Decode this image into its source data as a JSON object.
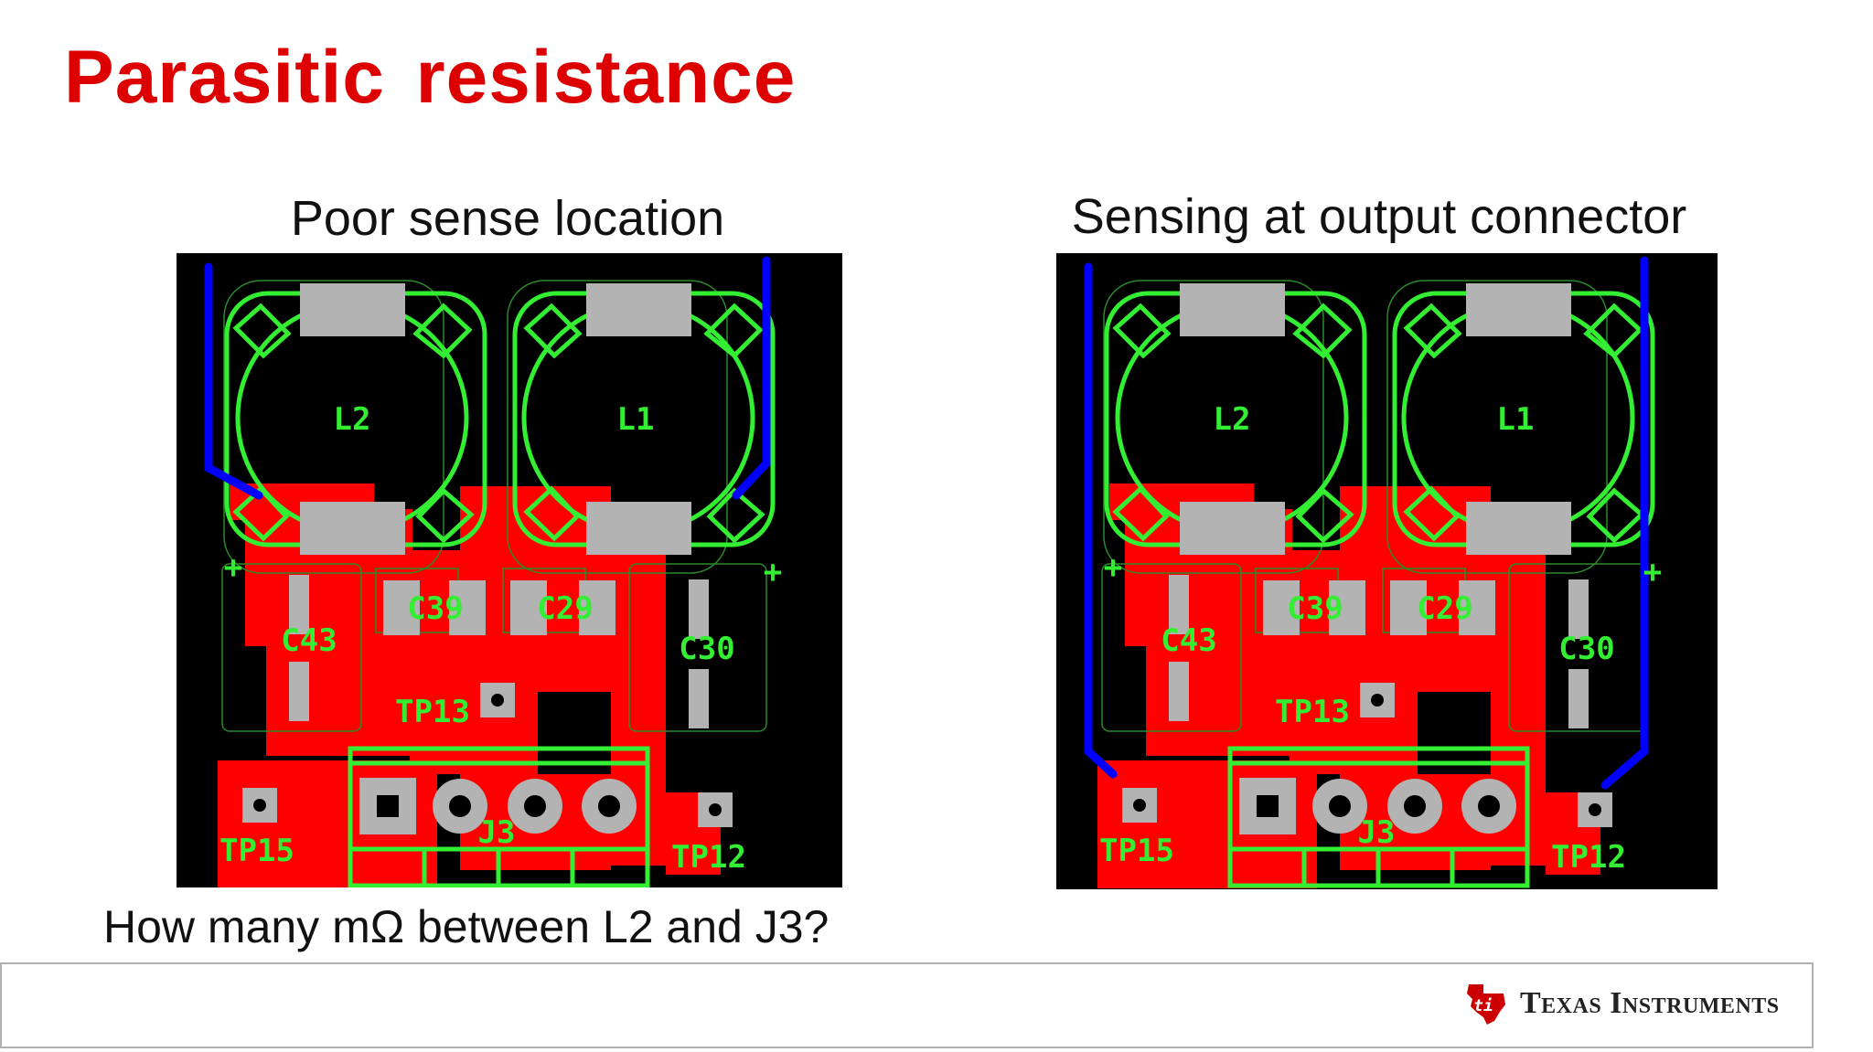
{
  "title": "Parasitic resistance",
  "left_panel": {
    "caption": "Poor sense location",
    "labels": {
      "l2": "L2",
      "l1": "L1",
      "c43": "C43",
      "c39": "C39",
      "c29": "C29",
      "c30": "C30",
      "tp13": "TP13",
      "tp15": "TP15",
      "tp12": "TP12",
      "j3": "J3",
      "plus_left": "+",
      "plus_right": "+"
    }
  },
  "right_panel": {
    "caption": "Sensing at output connector",
    "labels": {
      "l2": "L2",
      "l1": "L1",
      "c43": "C43",
      "c39": "C39",
      "c29": "C29",
      "c30": "C30",
      "tp13": "TP13",
      "tp15": "TP15",
      "tp12": "TP12",
      "j3": "J3",
      "plus_left": "+",
      "plus_right": "+"
    }
  },
  "question": "How many mΩ between L2 and J3?",
  "logo": {
    "text": "Texas Instruments"
  },
  "colors": {
    "title": "#dd0000",
    "copper": "#ff0000",
    "silkscreen": "#33ee33",
    "pad": "#b3b3b3",
    "sense_trace": "#0000ff",
    "board_bg": "#000000"
  }
}
